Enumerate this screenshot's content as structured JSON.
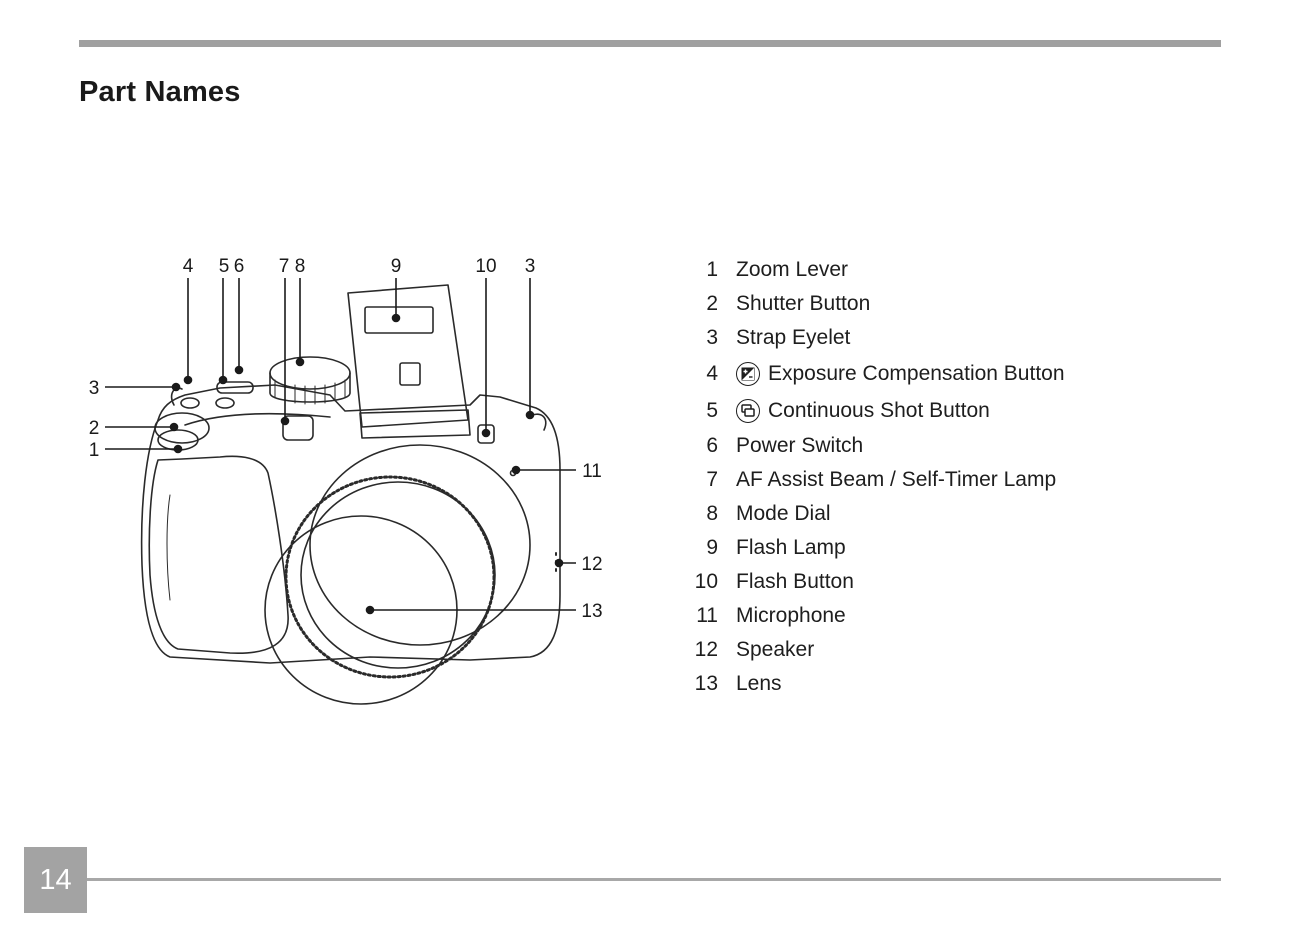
{
  "page": {
    "section_title": "Part Names",
    "page_number": "14"
  },
  "diagram": {
    "callouts": {
      "c4": "4",
      "c5": "5",
      "c6": "6",
      "c7": "7",
      "c8": "8",
      "c9": "9",
      "c10": "10",
      "c3_top": "3",
      "c3_left": "3",
      "c2": "2",
      "c1": "1",
      "c11": "11",
      "c12": "12",
      "c13": "13"
    }
  },
  "parts": [
    {
      "num": "1",
      "label": "Zoom Lever"
    },
    {
      "num": "2",
      "label": "Shutter Button"
    },
    {
      "num": "3",
      "label": "Strap Eyelet"
    },
    {
      "num": "4",
      "label": "Exposure Compensation Button",
      "icon": "exposure-compensation-icon"
    },
    {
      "num": "5",
      "label": "Continuous Shot Button",
      "icon": "continuous-shot-icon"
    },
    {
      "num": "6",
      "label": "Power Switch"
    },
    {
      "num": "7",
      "label": "AF Assist Beam / Self-Timer Lamp"
    },
    {
      "num": "8",
      "label": "Mode Dial"
    },
    {
      "num": "9",
      "label": "Flash Lamp"
    },
    {
      "num": "10",
      "label": "Flash Button"
    },
    {
      "num": "11",
      "label": "Microphone"
    },
    {
      "num": "12",
      "label": "Speaker"
    },
    {
      "num": "13",
      "label": "Lens"
    }
  ],
  "colors": {
    "rule": "#a0a0a0",
    "page_box": "#a3a3a3",
    "text": "#1e1e1e"
  }
}
